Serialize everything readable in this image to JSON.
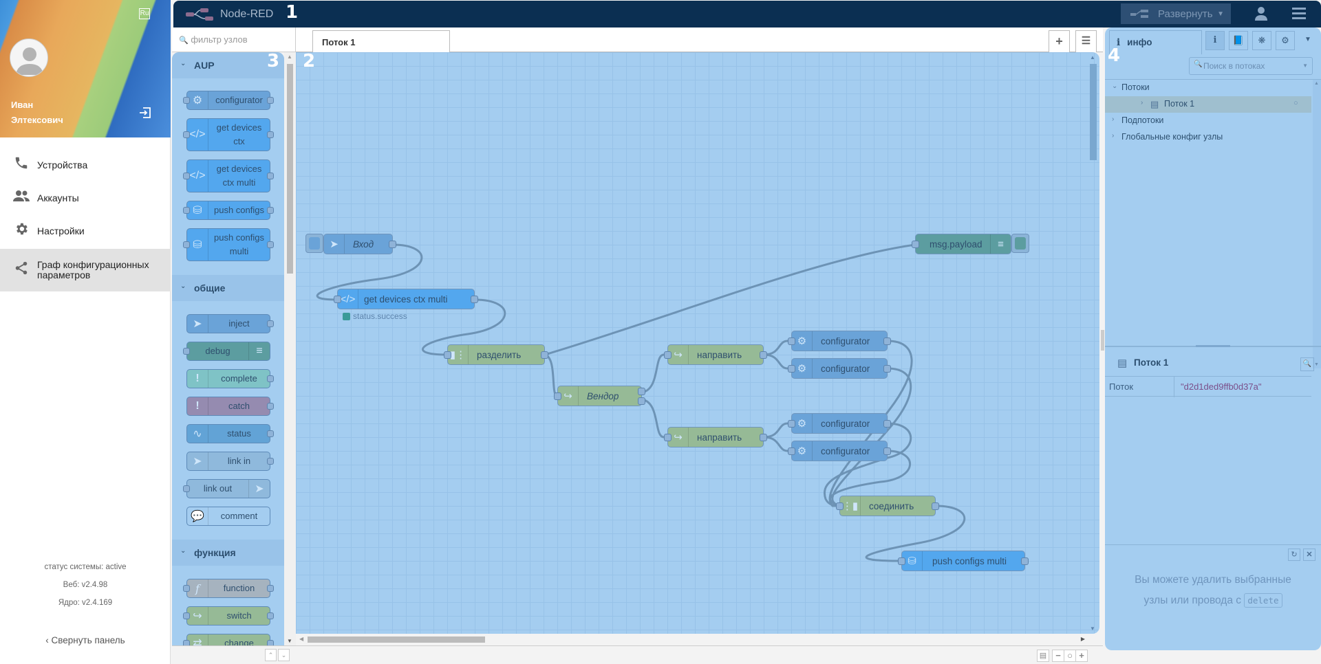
{
  "app_sidebar": {
    "user_name_line1": "Иван",
    "user_name_line2": "Элтексович",
    "lang_badge": "Ru",
    "nav": [
      {
        "label": "Устройства",
        "icon": "phone-icon"
      },
      {
        "label": "Аккаунты",
        "icon": "people-icon"
      },
      {
        "label": "Настройки",
        "icon": "gear-icon"
      },
      {
        "label": "Граф конфигурационных параметров",
        "icon": "share-icon",
        "active": true
      }
    ],
    "status_label": "статус системы:  active",
    "web_version": "Веб: v2.4.98",
    "core_version": "Ядро: v2.4.169",
    "collapse_label": "Свернуть панель"
  },
  "header": {
    "title": "Node-RED",
    "deploy_label": "Развернуть",
    "region_markers": [
      "1",
      "2",
      "3",
      "4"
    ]
  },
  "palette": {
    "filter_placeholder": "фильтр узлов",
    "categories": [
      {
        "label": "AUP",
        "nodes": [
          "configurator",
          "get devices ctx",
          "get devices ctx multi",
          "push configs",
          "push configs multi"
        ]
      },
      {
        "label": "общие",
        "nodes": [
          "inject",
          "debug",
          "complete",
          "catch",
          "status",
          "link in",
          "link out",
          "comment"
        ]
      },
      {
        "label": "функция",
        "nodes": [
          "function",
          "switch",
          "change"
        ]
      }
    ]
  },
  "workspace": {
    "tabs": [
      {
        "label": "Поток 1",
        "active": true
      }
    ],
    "nodes": {
      "inject": "Вход",
      "getdev": "get devices ctx multi",
      "getdev_status": "status.success",
      "split": "разделить",
      "debug": "msg.payload",
      "vendor": "Вендор",
      "route1": "направить",
      "route2": "направить",
      "conf1": "configurator",
      "conf2": "configurator",
      "conf3": "configurator",
      "conf4": "configurator",
      "join": "соединить",
      "push": "push configs multi"
    }
  },
  "right_sidebar": {
    "tab_label": "инфо",
    "search_placeholder": "Поиск в потоках",
    "tree": {
      "flows": "Потоки",
      "flow1": "Поток 1",
      "subflows": "Подпотоки",
      "global_config": "Глобальные конфиг узлы"
    },
    "info_title": "Поток 1",
    "props": [
      {
        "key": "Поток",
        "value": "\"d2d1ded9ffb0d37a\""
      }
    ],
    "help_text": "Вы можете удалить выбранные узлы или провода с",
    "help_key": "delete"
  }
}
